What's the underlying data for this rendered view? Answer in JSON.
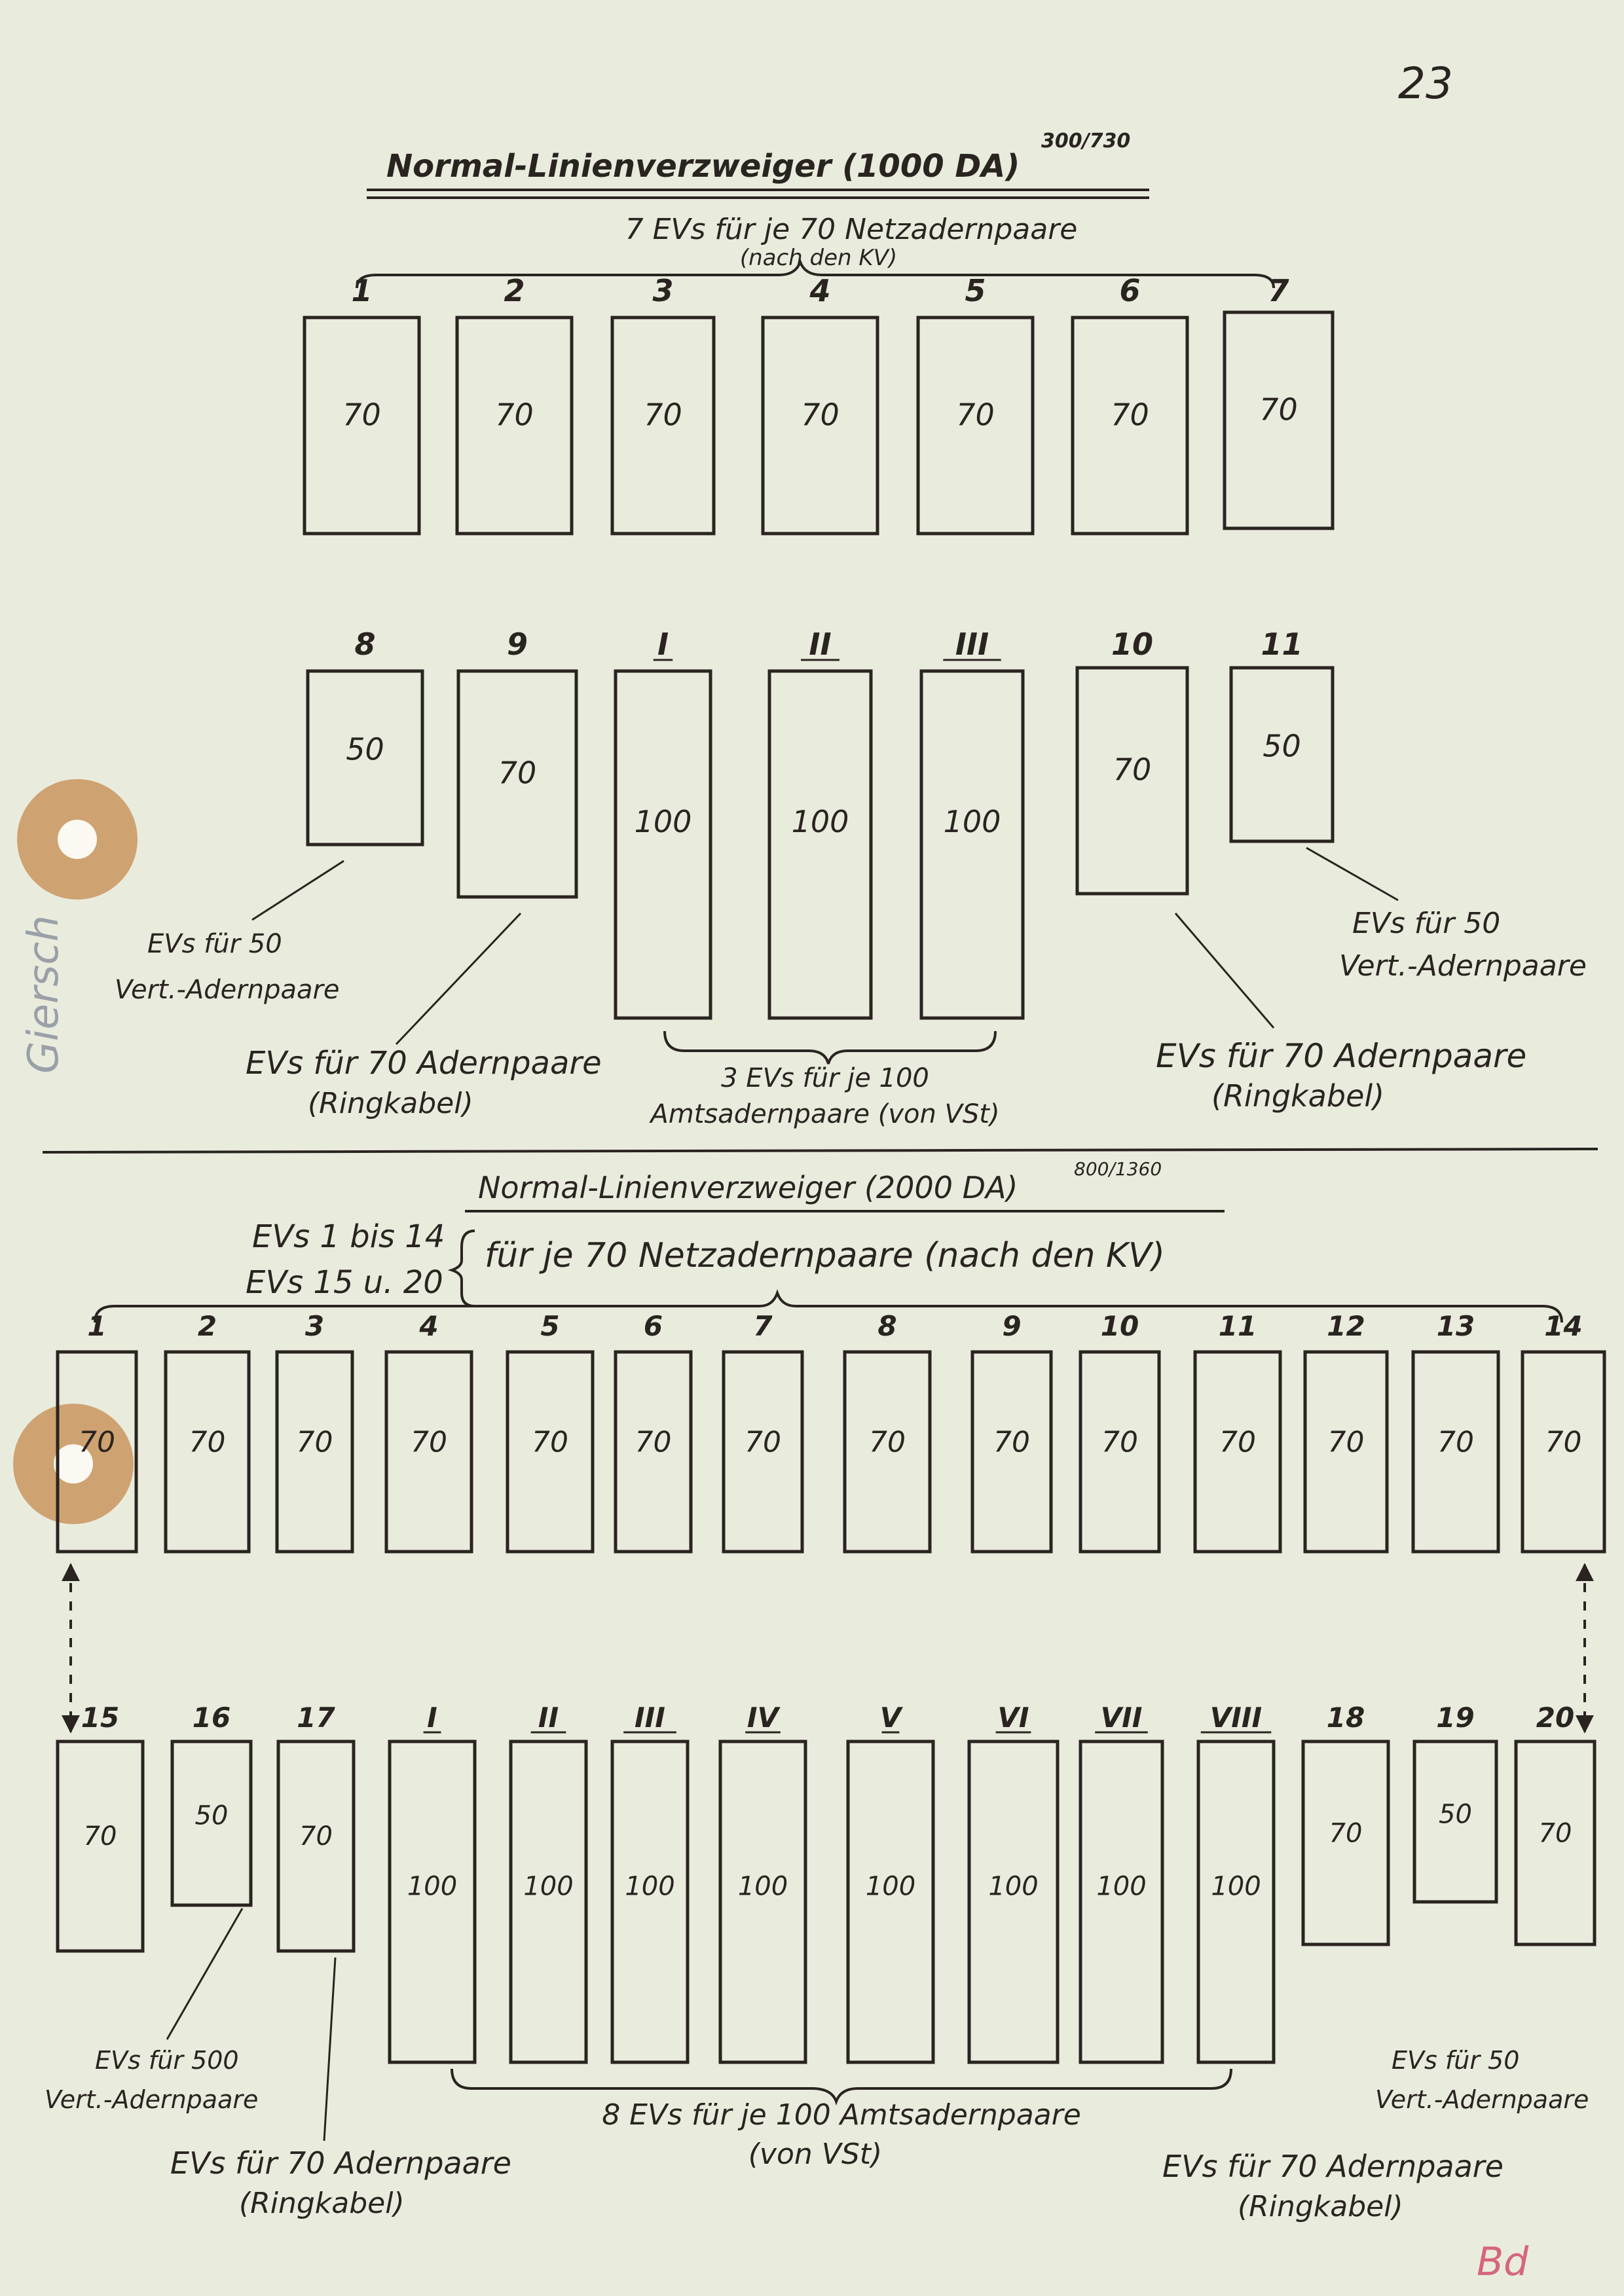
{
  "page_number": "23",
  "margin_note": "Giersch",
  "corner_mark": "Bd",
  "section1": {
    "title": "Normal-Linienverzweiger (1000 DA)",
    "superscript": "300/730",
    "brace_text_line1": "7 EVs für je 70 Netzadernpaare",
    "brace_text_line2": "(nach den KV)",
    "row1": [
      {
        "label": "1",
        "value": "70"
      },
      {
        "label": "2",
        "value": "70"
      },
      {
        "label": "3",
        "value": "70"
      },
      {
        "label": "4",
        "value": "70"
      },
      {
        "label": "5",
        "value": "70"
      },
      {
        "label": "6",
        "value": "70"
      },
      {
        "label": "7",
        "value": "70"
      }
    ],
    "row2": [
      {
        "label": "8",
        "value": "50"
      },
      {
        "label": "9",
        "value": "70"
      },
      {
        "label": "I",
        "value": "100"
      },
      {
        "label": "II",
        "value": "100"
      },
      {
        "label": "III",
        "value": "100"
      },
      {
        "label": "10",
        "value": "70"
      },
      {
        "label": "11",
        "value": "50"
      }
    ],
    "note_left_50": [
      "EVs für 50",
      "Vert.-Adernpaare"
    ],
    "note_left_70": [
      "EVs für 70 Adernpaare",
      "(Ringkabel)"
    ],
    "note_amts": [
      "3 EVs für je 100",
      "Amtsadernpaare (von VSt)"
    ],
    "note_right_70": [
      "EVs für 70 Adernpaare",
      "(Ringkabel)"
    ],
    "note_right_50": [
      "EVs für 50",
      "Vert.-Adernpaare"
    ]
  },
  "section2": {
    "title": "Normal-Linienverzweiger (2000 DA)",
    "superscript": "800/1360",
    "evs_line1": "EVs 1 bis 14",
    "evs_line2": "EVs 15 u. 20",
    "brace_text": "für je 70 Netzadernpaare (nach den KV)",
    "row1": [
      {
        "label": "1",
        "value": "70"
      },
      {
        "label": "2",
        "value": "70"
      },
      {
        "label": "3",
        "value": "70"
      },
      {
        "label": "4",
        "value": "70"
      },
      {
        "label": "5",
        "value": "70"
      },
      {
        "label": "6",
        "value": "70"
      },
      {
        "label": "7",
        "value": "70"
      },
      {
        "label": "8",
        "value": "70"
      },
      {
        "label": "9",
        "value": "70"
      },
      {
        "label": "10",
        "value": "70"
      },
      {
        "label": "11",
        "value": "70"
      },
      {
        "label": "12",
        "value": "70"
      },
      {
        "label": "13",
        "value": "70"
      },
      {
        "label": "14",
        "value": "70"
      }
    ],
    "row2": [
      {
        "label": "15",
        "value": "70"
      },
      {
        "label": "16",
        "value": "50"
      },
      {
        "label": "17",
        "value": "70"
      },
      {
        "label": "I",
        "value": "100"
      },
      {
        "label": "II",
        "value": "100"
      },
      {
        "label": "III",
        "value": "100"
      },
      {
        "label": "IV",
        "value": "100"
      },
      {
        "label": "V",
        "value": "100"
      },
      {
        "label": "VI",
        "value": "100"
      },
      {
        "label": "VII",
        "value": "100"
      },
      {
        "label": "VIII",
        "value": "100"
      },
      {
        "label": "18",
        "value": "70"
      },
      {
        "label": "19",
        "value": "50"
      },
      {
        "label": "20",
        "value": "70"
      }
    ],
    "note_left_500": [
      "EVs für 500",
      "Vert.-Adernpaare"
    ],
    "note_left_70": [
      "EVs für 70 Adernpaare",
      "(Ringkabel)"
    ],
    "note_amts": [
      "8 EVs für je 100 Amtsadernpaare",
      "(von VSt)"
    ],
    "note_right_50": [
      "EVs für 50",
      "Vert.-Adernpaare"
    ],
    "note_right_70": [
      "EVs für 70 Adernpaare",
      "(Ringkabel)"
    ]
  }
}
